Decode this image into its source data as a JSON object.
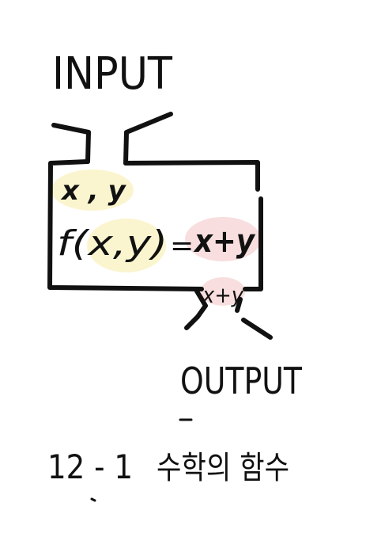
{
  "diagram": {
    "input_label": "INPUT",
    "output_label": "OUTPUT",
    "box": {
      "variables": "x , y",
      "function_lhs": "f(x,y)",
      "equals": "=",
      "function_rhs": "x+y"
    },
    "emitted_value": "x+y",
    "caption": {
      "number": "12 - 1",
      "title": "수학의 함수"
    }
  },
  "colors": {
    "ink": "#111111",
    "highlight_yellow": "#fbf5cf",
    "highlight_pink": "#f8dede",
    "background": "#ffffff"
  }
}
